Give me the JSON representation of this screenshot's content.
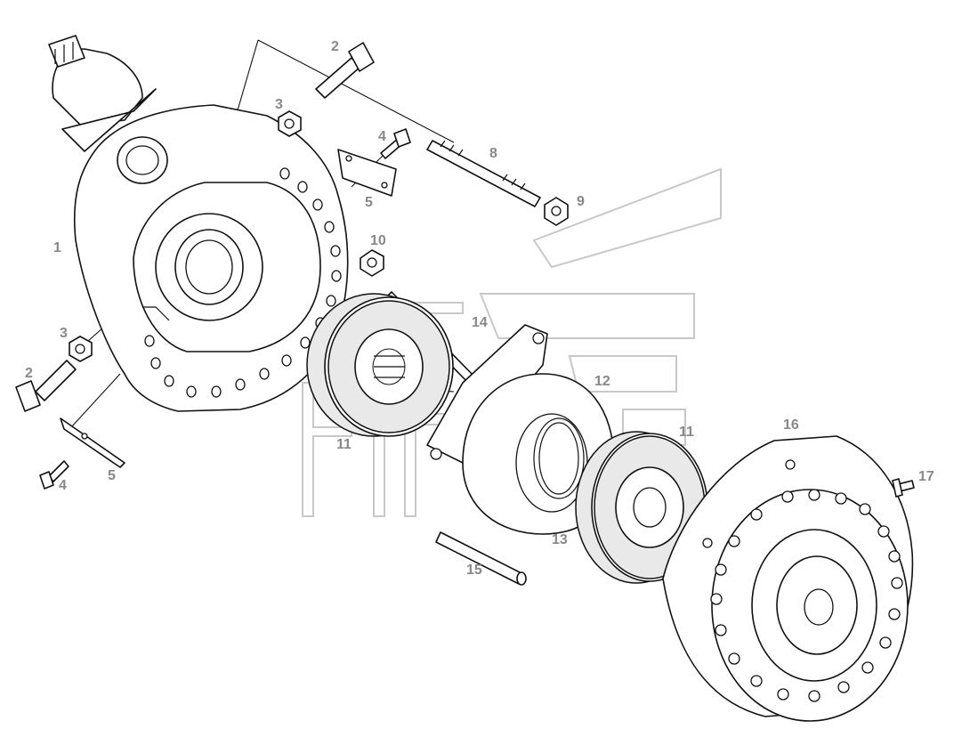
{
  "callouts": [
    {
      "id": "c1",
      "text": "1"
    },
    {
      "id": "c2a",
      "text": "2"
    },
    {
      "id": "c2b",
      "text": "2"
    },
    {
      "id": "c3a",
      "text": "3"
    },
    {
      "id": "c3b",
      "text": "3"
    },
    {
      "id": "c4a",
      "text": "4"
    },
    {
      "id": "c4b",
      "text": "4"
    },
    {
      "id": "c5a",
      "text": "5"
    },
    {
      "id": "c5b",
      "text": "5"
    },
    {
      "id": "c8",
      "text": "8"
    },
    {
      "id": "c9",
      "text": "9"
    },
    {
      "id": "c10",
      "text": "10"
    },
    {
      "id": "c11a",
      "text": "11"
    },
    {
      "id": "c11b",
      "text": "11"
    },
    {
      "id": "c12",
      "text": "12"
    },
    {
      "id": "c13",
      "text": "13"
    },
    {
      "id": "c14",
      "text": "14"
    },
    {
      "id": "c15",
      "text": "15"
    },
    {
      "id": "c16",
      "text": "16"
    },
    {
      "id": "c17",
      "text": "17"
    }
  ],
  "colors": {
    "line": "#111111",
    "callout": "#888888",
    "watermark": "#c8c8c8",
    "background": "#ffffff"
  }
}
